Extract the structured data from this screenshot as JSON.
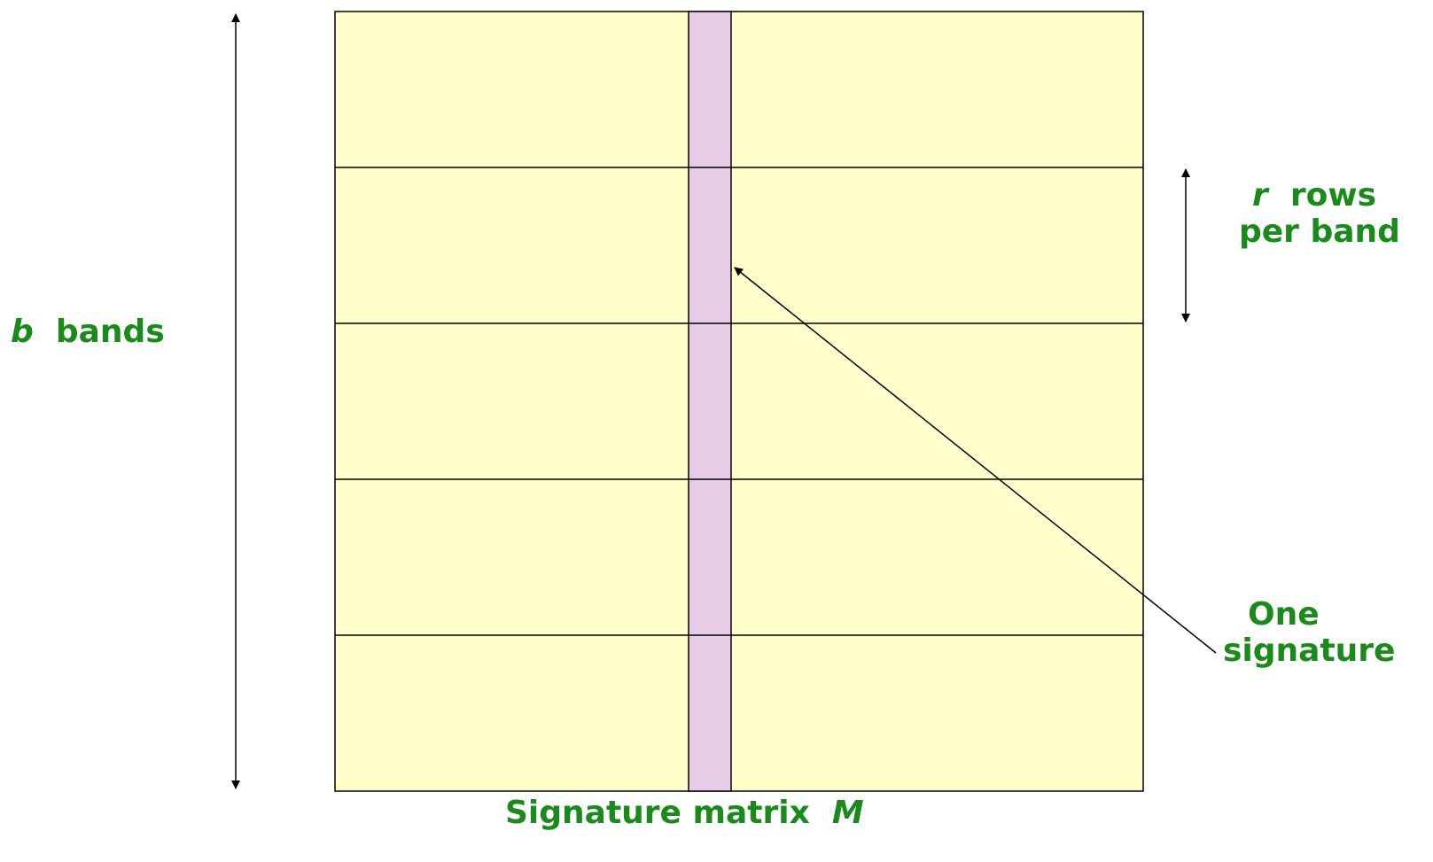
{
  "labels": {
    "bands_var": "b",
    "bands_text": "bands",
    "rows_var": "r",
    "rows_text": "rows",
    "rows_line2": "per band",
    "signature_line1": "One",
    "signature_line2": "signature",
    "matrix_text": "Signature matrix",
    "matrix_var": "M"
  },
  "diagram": {
    "band_count": 5,
    "highlighted_column": 1,
    "colors": {
      "cell_fill": "#ffffcc",
      "column_fill": "#e6cce6",
      "stroke": "#000000",
      "label_text": "#1a8a1a"
    }
  }
}
